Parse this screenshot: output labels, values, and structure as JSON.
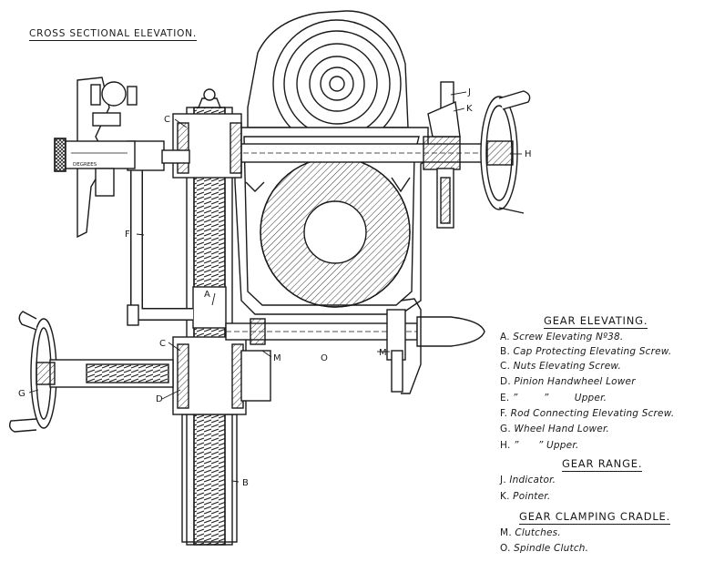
{
  "title": "CROSS SECTIONAL ELEVATION.",
  "callouts": {
    "A": "A",
    "B": "B",
    "C1": "C",
    "C2": "C",
    "D": "D",
    "F": "F",
    "G": "G",
    "H": "H",
    "J": "J",
    "K": "K",
    "M1": "M",
    "M2": "M",
    "O": "O"
  },
  "indicator_text": "DEGREES",
  "legend": {
    "groups": [
      {
        "heading": "GEAR ELEVATING.",
        "items": [
          {
            "key": "A.",
            "desc": "Screw Elevating Nº38."
          },
          {
            "key": "B.",
            "desc": "Cap Protecting Elevating Screw."
          },
          {
            "key": "C.",
            "desc": "Nuts Elevating Screw."
          },
          {
            "key": "D.",
            "desc": "Pinion Handwheel Lower"
          },
          {
            "key": "E.",
            "desc": "”        ”        Upper."
          },
          {
            "key": "F.",
            "desc": "Rod Connecting Elevating Screw."
          },
          {
            "key": "G.",
            "desc": "Wheel Hand Lower."
          },
          {
            "key": "H.",
            "desc": "”      ” Upper."
          }
        ]
      },
      {
        "heading": "GEAR RANGE.",
        "items": [
          {
            "key": "J.",
            "desc": "Indicator."
          },
          {
            "key": "K.",
            "desc": "Pointer."
          }
        ]
      },
      {
        "heading": "GEAR CLAMPING CRADLE.",
        "items": [
          {
            "key": "M.",
            "desc": "Clutches."
          },
          {
            "key": "O.",
            "desc": "Spindle Clutch."
          }
        ]
      }
    ]
  }
}
